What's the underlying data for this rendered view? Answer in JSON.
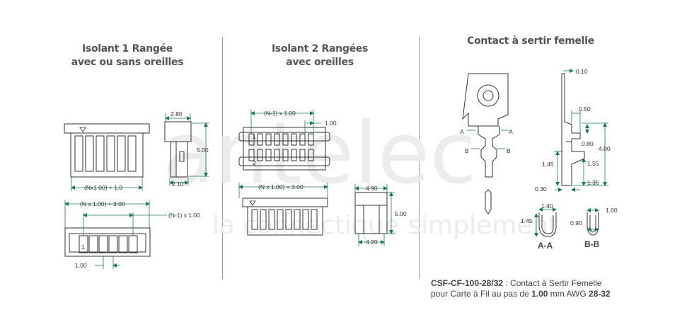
{
  "panels": [
    {
      "title_line1": "Isolant 1 Rangée",
      "title_line2": "avec ou sans oreilles"
    },
    {
      "title_line1": "Isolant 2 Rangées",
      "title_line2": "avec oreilles"
    },
    {
      "title_line1": "Contact à sertir femelle"
    }
  ],
  "watermark": {
    "logo": "antelec",
    "tagline": "la connectique simplement"
  },
  "dims_p1": {
    "w280": "2.80",
    "h500": "5.00",
    "w210": "2.10",
    "pitch_plus1": "(Nx1.00) + 1.0",
    "pitch_plus3": "(N x 1.00) + 3.00",
    "n_minus1": "(N-1) x 1.00",
    "pitch100": "1.00",
    "pin1": "1"
  },
  "dims_p2": {
    "n_minus1": "(N-1) x 1.00",
    "pitch100": "1.00",
    "pitch_plus3": "(N x 1.00) + 3.00",
    "w490": "4.90",
    "h500": "5.00",
    "w420": "4.20",
    "pin1": "1",
    "pin2": "2"
  },
  "dims_p3": {
    "t010": "0.10",
    "d050": "0.50",
    "d080": "0.80",
    "d400": "4.00",
    "d145a": "1.45",
    "d155": "1.55",
    "d030": "0.30",
    "d135": "1.35",
    "d140": "1.40",
    "d145b": "1.45",
    "d100": "1.00",
    "d090": "0.90",
    "lblA": "A",
    "lblB": "B",
    "sectionAA": "A-A",
    "sectionBB": "B-B"
  },
  "caption": {
    "part": "CSF-CF-100-28/32",
    "line1_rest": ": Contact à Sertir Femelle",
    "line2_pre": "pour Carte à Fil au pas de",
    "pitch": "1.00",
    "line2_mid": "mm AWG",
    "awg": "28-32"
  }
}
